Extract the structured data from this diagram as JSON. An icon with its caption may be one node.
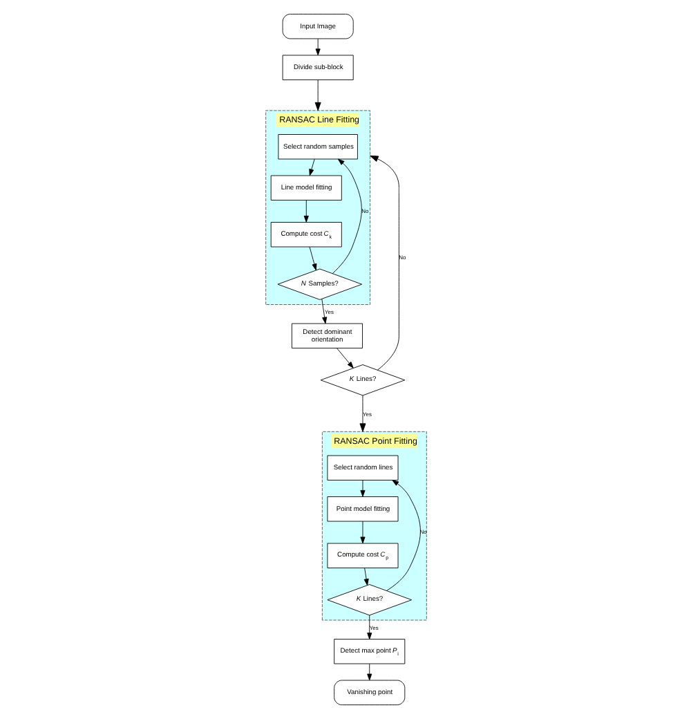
{
  "diagram": {
    "nodes": [
      {
        "text": [
          "Input Image"
        ]
      },
      {
        "text": [
          "Divide sub-block"
        ]
      },
      {
        "text": [
          "RANSAC Line Fitting"
        ]
      },
      {
        "text": [
          "Select random samples"
        ],
        "in": 2
      },
      {
        "text": [
          "Line model fitting"
        ],
        "in": 2
      },
      {
        "text": [
          "Compute cost *C*$_{k}$"
        ],
        "in": 2
      },
      {
        "text": [
          "*N* Samples?"
        ],
        "in": 2
      },
      {
        "text": [
          "Detect dominant orientation"
        ]
      },
      {
        "text": [
          "*K* Lines?"
        ]
      },
      {
        "text": [
          "RANSAC Point Fitting"
        ]
      },
      {
        "text": [
          "Select random lines"
        ],
        "in": 9
      },
      {
        "text": [
          "Point model fitting"
        ],
        "in": 9
      },
      {
        "text": [
          "Compute cost *C*$_{p}$"
        ],
        "in": 9
      },
      {
        "text": [
          "*K* Lines?"
        ],
        "in": 9
      },
      {
        "text": [
          "Detect max point *P*$_{i}$"
        ]
      },
      {
        "text": [
          "Vanishing point"
        ]
      }
    ],
    "edges": [
      {
        "from": 0,
        "to": 1,
        "arrow": "to"
      },
      {
        "from": 1,
        "to": 2,
        "arrow": "to"
      },
      {
        "from": 3,
        "to": 4,
        "arrow": "to"
      },
      {
        "from": 4,
        "to": 5,
        "arrow": "to"
      },
      {
        "from": 5,
        "to": 6,
        "arrow": "to"
      },
      {
        "from": 6,
        "to": 3,
        "arrow": "to",
        "label": "No"
      },
      {
        "from": 6,
        "to": 7,
        "arrow": "to",
        "label": "Yes"
      },
      {
        "from": 7,
        "to": 8,
        "arrow": "to"
      },
      {
        "from": 8,
        "to": 2,
        "arrow": "to",
        "label": "No"
      },
      {
        "from": 8,
        "to": 9,
        "arrow": "to",
        "label": "Yes"
      },
      {
        "from": 10,
        "to": 11,
        "arrow": "to"
      },
      {
        "from": 11,
        "to": 12,
        "arrow": "to"
      },
      {
        "from": 12,
        "to": 13,
        "arrow": "to"
      },
      {
        "from": 13,
        "to": 10,
        "arrow": "to",
        "label": "No"
      },
      {
        "from": 13,
        "to": 14,
        "arrow": "to",
        "label": "Yes"
      },
      {
        "from": 14,
        "to": 15,
        "arrow": "to"
      }
    ]
  }
}
